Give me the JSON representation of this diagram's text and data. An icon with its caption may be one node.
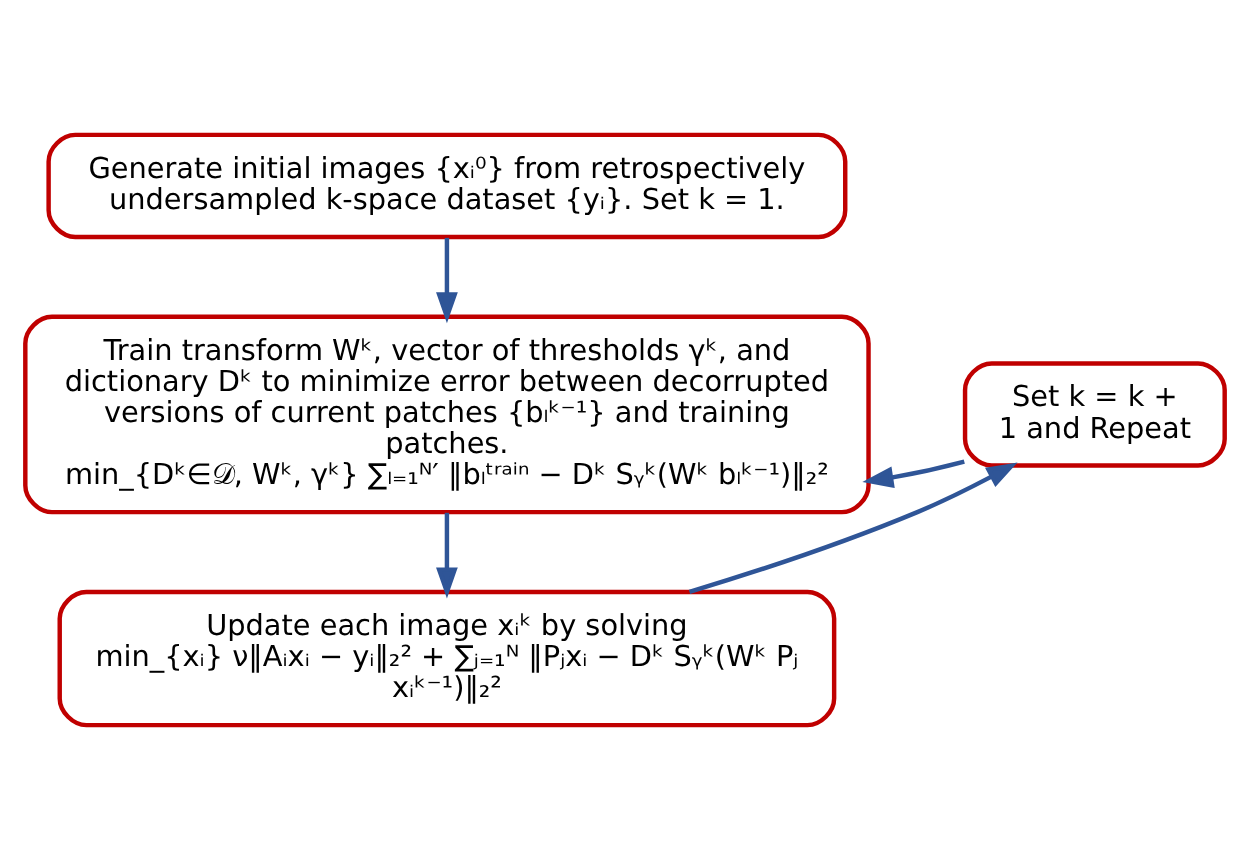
{
  "diagram": {
    "nodes": [
      {
        "text": [
          "Generate initial images {xᵢ⁰} from retrospectively undersampled k-space dataset {yᵢ}. Set k = 1."
        ]
      },
      {
        "text": [
          "Train transform Wᵏ, vector of thresholds γᵏ, and dictionary Dᵏ to minimize error between decorrupted versions of current patches {bₗᵏ⁻¹} and training patches.",
          "min_{Dᵏ∈𝒟, Wᵏ, γᵏ} ∑ₗ₌₁ᴺ′ ‖bₗᵗʳᵃⁱⁿ − Dᵏ Sᵧᵏ(Wᵏ bₗᵏ⁻¹)‖₂²"
        ]
      },
      {
        "text": [
          "Update each image xᵢᵏ by solving",
          "min_{xᵢ} ν‖Aᵢxᵢ − yᵢ‖₂² + ∑ⱼ₌₁ᴺ ‖Pⱼxᵢ − Dᵏ Sᵧᵏ(Wᵏ Pⱼ xᵢᵏ⁻¹)‖₂²"
        ]
      },
      {
        "text": [
          "Set k = k + 1 and Repeat"
        ]
      }
    ],
    "edges": [
      {
        "from": 0,
        "to": 1,
        "arrow": "to"
      },
      {
        "from": 1,
        "to": 2,
        "arrow": "to"
      },
      {
        "from": 2,
        "to": 3,
        "arrow": "to"
      },
      {
        "from": 3,
        "to": 1,
        "arrow": "to"
      }
    ]
  }
}
